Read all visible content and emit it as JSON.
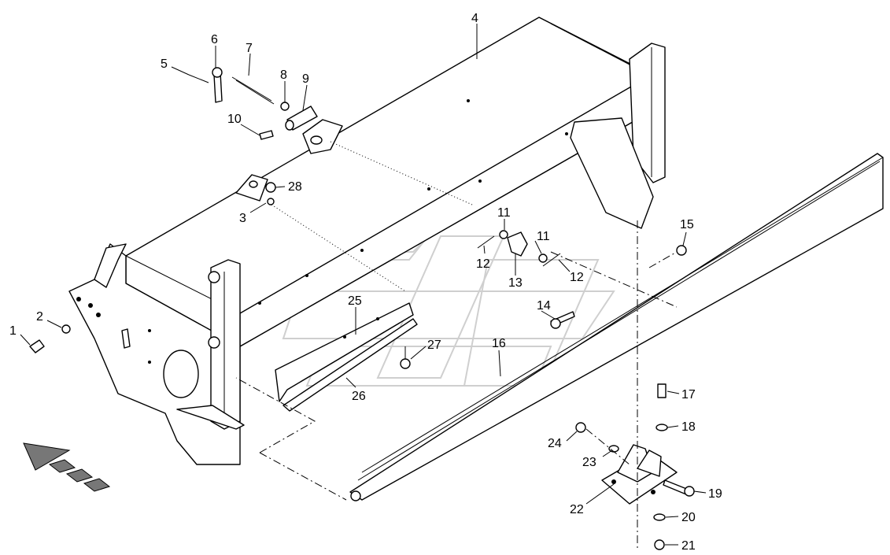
{
  "callouts": [
    {
      "id": "c1",
      "text": "1"
    },
    {
      "id": "c2",
      "text": "2"
    },
    {
      "id": "c3",
      "text": "3"
    },
    {
      "id": "c4",
      "text": "4"
    },
    {
      "id": "c5",
      "text": "5"
    },
    {
      "id": "c6",
      "text": "6"
    },
    {
      "id": "c7",
      "text": "7"
    },
    {
      "id": "c8",
      "text": "8"
    },
    {
      "id": "c9",
      "text": "9"
    },
    {
      "id": "c10",
      "text": "10"
    },
    {
      "id": "c11a",
      "text": "11"
    },
    {
      "id": "c11b",
      "text": "11"
    },
    {
      "id": "c12a",
      "text": "12"
    },
    {
      "id": "c12b",
      "text": "12"
    },
    {
      "id": "c13",
      "text": "13"
    },
    {
      "id": "c14",
      "text": "14"
    },
    {
      "id": "c15",
      "text": "15"
    },
    {
      "id": "c16",
      "text": "16"
    },
    {
      "id": "c17",
      "text": "17"
    },
    {
      "id": "c18",
      "text": "18"
    },
    {
      "id": "c19",
      "text": "19"
    },
    {
      "id": "c20",
      "text": "20"
    },
    {
      "id": "c21",
      "text": "21"
    },
    {
      "id": "c22",
      "text": "22"
    },
    {
      "id": "c23",
      "text": "23"
    },
    {
      "id": "c24",
      "text": "24"
    },
    {
      "id": "c25",
      "text": "25"
    },
    {
      "id": "c26",
      "text": "26"
    },
    {
      "id": "c27",
      "text": "27"
    },
    {
      "id": "c28",
      "text": "28"
    }
  ],
  "colors": {
    "line": "#000000",
    "background": "#ffffff",
    "watermark": "#cfcfcf",
    "arrow": "#777777"
  }
}
